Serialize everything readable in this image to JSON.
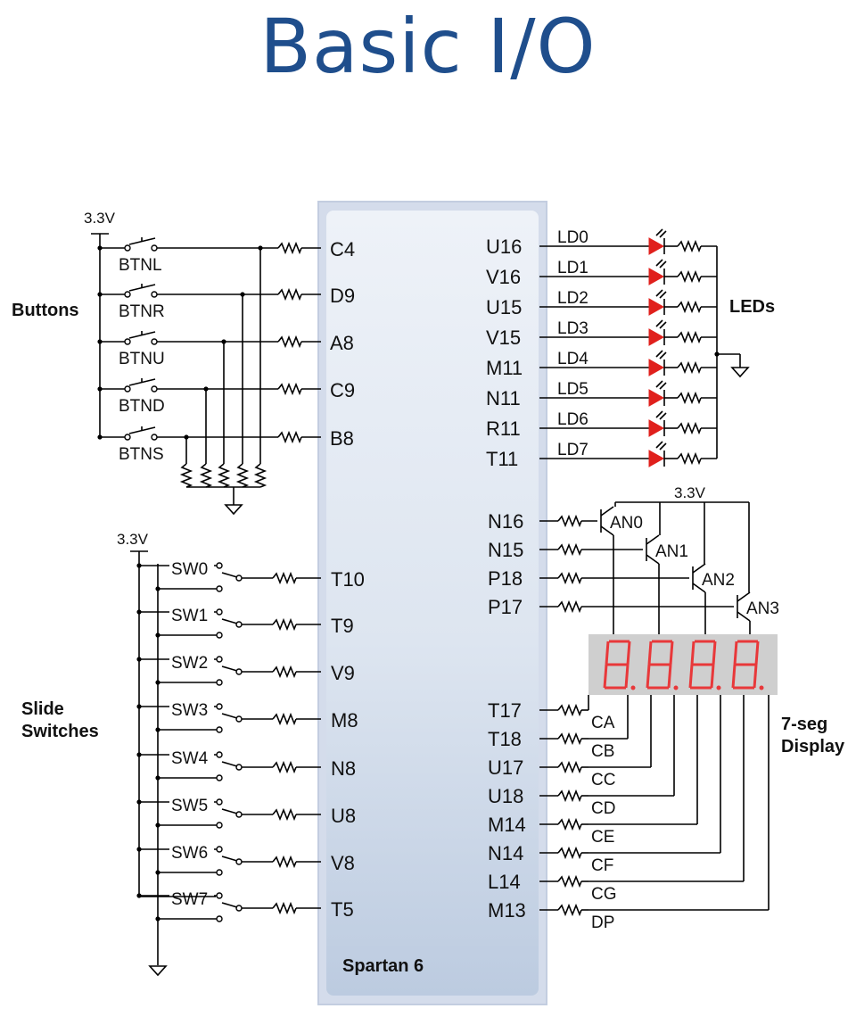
{
  "title": "Basic I/O",
  "chip": {
    "label": "Spartan 6",
    "left_pins": [
      "C4",
      "D9",
      "A8",
      "C9",
      "B8",
      "T10",
      "T9",
      "V9",
      "M8",
      "N8",
      "U8",
      "V8",
      "T5"
    ],
    "led_pins": [
      "U16",
      "V16",
      "U15",
      "V15",
      "M11",
      "N11",
      "R11",
      "T11"
    ],
    "anode_pins": [
      "N16",
      "N15",
      "P18",
      "P17"
    ],
    "seg_pins": [
      "T17",
      "T18",
      "U17",
      "U18",
      "M14",
      "N14",
      "L14",
      "M13"
    ]
  },
  "buttons": {
    "group_label": "Buttons",
    "supply": "3.3V",
    "names": [
      "BTNL",
      "BTNR",
      "BTNU",
      "BTND",
      "BTNS"
    ]
  },
  "leds": {
    "group_label": "LEDs",
    "names": [
      "LD0",
      "LD1",
      "LD2",
      "LD3",
      "LD4",
      "LD5",
      "LD6",
      "LD7"
    ]
  },
  "switches": {
    "group_label_line1": "Slide",
    "group_label_line2": "Switches",
    "supply": "3.3V",
    "names": [
      "SW0",
      "SW1",
      "SW2",
      "SW3",
      "SW4",
      "SW5",
      "SW6",
      "SW7"
    ]
  },
  "seven_seg": {
    "label_line1": "7-seg",
    "label_line2": "Display",
    "supply": "3.3V",
    "anodes": [
      "AN0",
      "AN1",
      "AN2",
      "AN3"
    ],
    "segments": [
      "CA",
      "CB",
      "CC",
      "CD",
      "CE",
      "CF",
      "CG",
      "DP"
    ]
  },
  "colors": {
    "title": "#1f4e8c",
    "led": "#e0201c",
    "segment": "#e8383a",
    "chip_fill": "#c9d6e8"
  }
}
